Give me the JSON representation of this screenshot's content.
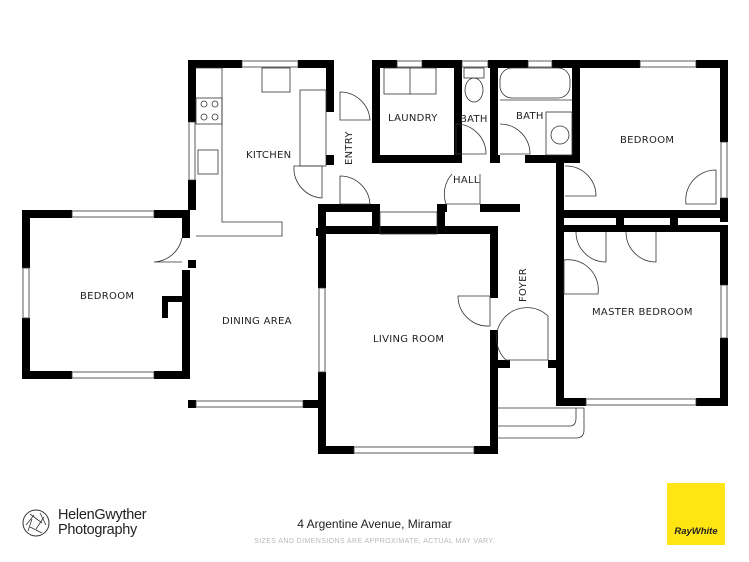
{
  "plan": {
    "rooms": {
      "kitchen": "KITCHEN",
      "entry": "ENTRY",
      "laundry": "LAUNDRY",
      "bath_small": "BATH",
      "bath_main": "BATH",
      "bedroom_top_right": "BEDROOM",
      "hall": "HALL",
      "bedroom_left": "BEDROOM",
      "dining_area": "DINING AREA",
      "living_room": "LIVING ROOM",
      "foyer": "FOYER",
      "master_bedroom": "MASTER BEDROOM"
    },
    "colors": {
      "wall": "#000000",
      "line": "#333333",
      "background": "#ffffff"
    }
  },
  "footer": {
    "photographer_line1": "HelenGwyther",
    "photographer_line2": "Photography",
    "address": "4 Argentine Avenue, Miramar",
    "disclaimer": "SIZES AND DIMENSIONS ARE APPROXIMATE, ACTUAL MAY VARY.",
    "agency_logo_text": "RayWhite",
    "agency_color": "#ffe512"
  }
}
